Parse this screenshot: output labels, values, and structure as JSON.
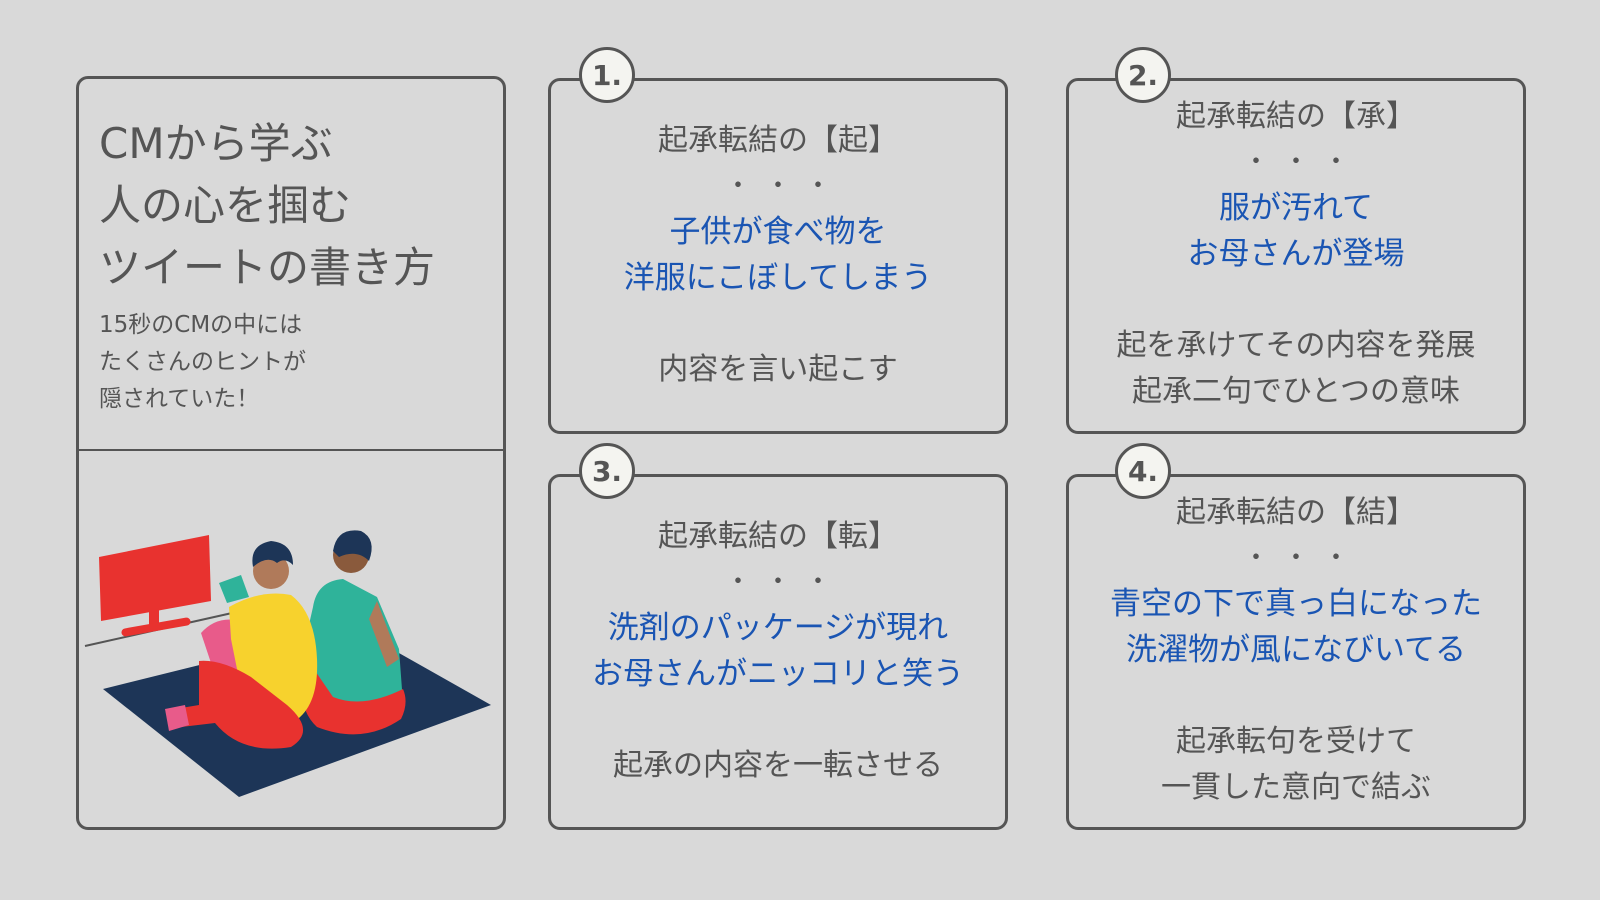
{
  "intro": {
    "title_lines": [
      "CMから学ぶ",
      "人の心を掴む",
      "ツイートの書き方"
    ],
    "subtitle_lines": [
      "15秒のCMの中には",
      "たくさんのヒントが",
      "隠されていた！"
    ]
  },
  "cards": [
    {
      "number": "1.",
      "heading": "起承転結の【起】",
      "dots": "・・・",
      "example_lines": [
        "子供が食べ物を",
        "洋服にこぼしてしまう"
      ],
      "description_lines": [
        "内容を言い起こす"
      ]
    },
    {
      "number": "2.",
      "heading": "起承転結の【承】",
      "dots": "・・・",
      "example_lines": [
        "服が汚れて",
        "お母さんが登場"
      ],
      "description_lines": [
        "起を承けてその内容を発展",
        "起承二句でひとつの意味"
      ]
    },
    {
      "number": "3.",
      "heading": "起承転結の【転】",
      "dots": "・・・",
      "example_lines": [
        "洗剤のパッケージが現れ",
        "お母さんがニッコリと笑う"
      ],
      "description_lines": [
        "起承の内容を一転させる"
      ]
    },
    {
      "number": "4.",
      "heading": "起承転結の【結】",
      "dots": "・・・",
      "example_lines": [
        "青空の下で真っ白になった",
        "洗濯物が風になびいてる"
      ],
      "description_lines": [
        "起承転句を受けて",
        "一貫した意向で結ぶ"
      ]
    }
  ],
  "colors": {
    "background": "#d9d9d9",
    "text_gray": "#555555",
    "accent_blue": "#1a55b3",
    "tv_red": "#e8322f",
    "rug_navy": "#1d3557",
    "shirt_yellow": "#f7d22d",
    "shirt_teal": "#2fb39a"
  }
}
